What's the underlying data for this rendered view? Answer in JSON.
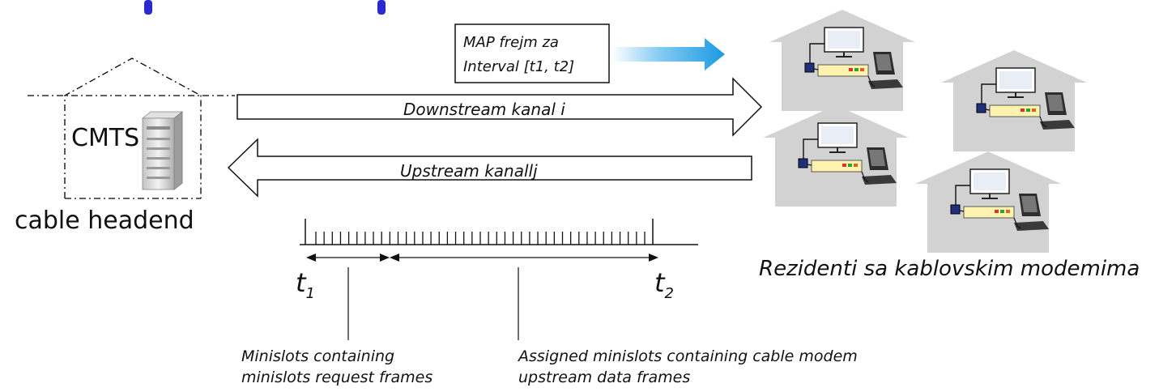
{
  "headend": {
    "label": "CMTS",
    "caption": "cable headend"
  },
  "map_frame": {
    "line1": "MAP frejm za",
    "line2": "Interval [t1, t2]"
  },
  "channels": {
    "downstream": "Downstream kanal i",
    "upstream": "Upstream kanallj"
  },
  "timeline": {
    "t1_base": "t",
    "t1_sub": "1",
    "t2_base": "t",
    "t2_sub": "2",
    "minislot_count": 41
  },
  "residences": {
    "caption": "Rezidenti sa kablovskim modemima"
  },
  "notes": {
    "request_line1": "Minislots containing",
    "request_line2": "minislots request frames",
    "assigned_line1": "Assigned minislots containing cable modem",
    "assigned_line2": "upstream data frames"
  },
  "colors": {
    "accent_blue": "#2a2ad0",
    "arrow_blue": "#1a9ae0",
    "house_gray": "#d2d2d2",
    "modem_fill": "#fff3b0"
  }
}
